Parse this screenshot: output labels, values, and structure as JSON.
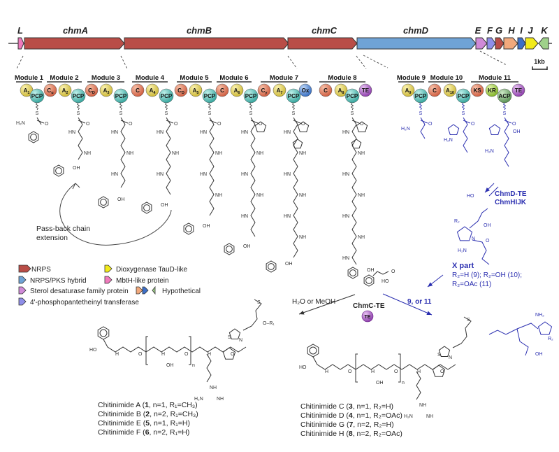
{
  "figure": {
    "type": "biosynthetic gene cluster and assembly-line diagram",
    "scale_bar_label": "1kb"
  },
  "genes": [
    {
      "name": "L",
      "type": "mbth",
      "color": "#f07bbd"
    },
    {
      "name": "chmA",
      "type": "nrps",
      "color": "#b94d47"
    },
    {
      "name": "chmB",
      "type": "nrps",
      "color": "#b94d47"
    },
    {
      "name": "chmC",
      "type": "nrps",
      "color": "#b94d47"
    },
    {
      "name": "chmD",
      "type": "hybrid",
      "color": "#6fa3d6"
    },
    {
      "name": "E",
      "type": "sterol",
      "color": "#d08ad8"
    },
    {
      "name": "F",
      "type": "ppt",
      "color": "#8f8ee8"
    },
    {
      "name": "G",
      "type": "nrps",
      "color": "#b94d47"
    },
    {
      "name": "H",
      "type": "hypothetical",
      "color": "#f2a97c"
    },
    {
      "name": "I",
      "type": "hypothetical",
      "color": "#3d6fc7"
    },
    {
      "name": "J",
      "type": "dioxygenase",
      "color": "#f2ea1a"
    },
    {
      "name": "K",
      "type": "hypothetical",
      "color": "#9fd18a"
    }
  ],
  "modules": [
    {
      "label": "Module 1",
      "domains": [
        {
          "name": "A",
          "sub": "1",
          "kind": "A"
        },
        {
          "name": "PCP",
          "kind": "PCP"
        }
      ]
    },
    {
      "label": "Module 2",
      "domains": [
        {
          "name": "C",
          "sub": "u",
          "kind": "C"
        },
        {
          "name": "A",
          "sub": "2",
          "kind": "A"
        },
        {
          "name": "PCP",
          "kind": "PCP"
        }
      ]
    },
    {
      "label": "Module 3",
      "domains": [
        {
          "name": "C",
          "sub": "D",
          "kind": "C"
        },
        {
          "name": "A",
          "sub": "3",
          "kind": "A"
        },
        {
          "name": "PCP",
          "kind": "PCP"
        }
      ]
    },
    {
      "label": "Module 4",
      "domains": [
        {
          "name": "C",
          "kind": "C"
        },
        {
          "name": "A",
          "sub": "4",
          "kind": "A"
        },
        {
          "name": "PCP",
          "kind": "PCP"
        }
      ]
    },
    {
      "label": "Module 5",
      "domains": [
        {
          "name": "C",
          "sub": "D",
          "kind": "C"
        },
        {
          "name": "A",
          "sub": "5",
          "kind": "A"
        },
        {
          "name": "PCP",
          "kind": "PCP"
        }
      ]
    },
    {
      "label": "Module 6",
      "domains": [
        {
          "name": "C",
          "kind": "C"
        },
        {
          "name": "A",
          "sub": "6",
          "kind": "A"
        },
        {
          "name": "PCP",
          "kind": "PCP"
        }
      ]
    },
    {
      "label": "Module 7",
      "domains": [
        {
          "name": "C",
          "sub": "y",
          "kind": "C"
        },
        {
          "name": "A",
          "sub": "7",
          "kind": "A"
        },
        {
          "name": "PCP",
          "kind": "PCP"
        },
        {
          "name": "Ox",
          "kind": "Ox"
        }
      ]
    },
    {
      "label": "Module 8",
      "domains": [
        {
          "name": "C",
          "kind": "C"
        },
        {
          "name": "A",
          "sub": "8",
          "kind": "A"
        },
        {
          "name": "PCP",
          "kind": "PCP"
        },
        {
          "name": "TE",
          "kind": "TE"
        }
      ]
    },
    {
      "label": "Module 9",
      "domains": [
        {
          "name": "A",
          "sub": "9",
          "kind": "A"
        },
        {
          "name": "PCP",
          "kind": "PCP"
        }
      ]
    },
    {
      "label": "Module 10",
      "domains": [
        {
          "name": "C",
          "kind": "C"
        },
        {
          "name": "A",
          "sub": "10",
          "kind": "A"
        },
        {
          "name": "PCP",
          "kind": "PCP"
        }
      ]
    },
    {
      "label": "Module 11",
      "domains": [
        {
          "name": "KS",
          "kind": "KS"
        },
        {
          "name": "KR",
          "kind": "KR"
        },
        {
          "name": "ACP",
          "kind": "ACP"
        },
        {
          "name": "TE",
          "kind": "TE"
        }
      ]
    }
  ],
  "domain_colors": {
    "A": "#e2d35a",
    "C": "#e0785a",
    "PCP": "#5fc4bc",
    "Ox": "#5a8fd6",
    "TE": "#b066c8",
    "KS": "#e0785a",
    "KR": "#a6d64a",
    "ACP": "#7fb07a"
  },
  "annotations": {
    "pass_back": "Pass-back chain extension",
    "pass_back_line1": "Pass-back chain",
    "pass_back_line2": "extension",
    "chmd_te": "ChmD-TE",
    "chmhijk": "ChmHIJK",
    "x_part": "X part",
    "x_part_r2_line1": "R₂=H (9); R₂=OH (10);",
    "x_part_r2_line2": "R₂=OAc (11)",
    "hydrolysis": "H₂O or MeOH",
    "chmc_te": "ChmC-TE",
    "te_badge": "TE",
    "nine_or_eleven": "9, or 11"
  },
  "legend": [
    {
      "label": "NRPS",
      "color": "#b94d47"
    },
    {
      "label": "Dioxygenase TauD-like",
      "color": "#f2ea1a"
    },
    {
      "label": "NRPS/PKS hybrid",
      "color": "#6fa3d6"
    },
    {
      "label": "MbtH-like protein",
      "color": "#f07bbd"
    },
    {
      "label": "Sterol desaturase family protein",
      "color": "#d08ad8"
    },
    {
      "label": "Hypothetical",
      "colors": [
        "#f2a97c",
        "#3d6fc7",
        "#9fd18a"
      ]
    },
    {
      "label": "4'-phosphopantetheinyl transferase",
      "color": "#8f8ee8"
    }
  ],
  "products_left": [
    {
      "name": "Chitinimide A",
      "num": "1",
      "n": "1",
      "R": "R₁=CH₃"
    },
    {
      "name": "Chitinimide B",
      "num": "2",
      "n": "2",
      "R": "R₁=CH₃"
    },
    {
      "name": "Chitinimide E",
      "num": "5",
      "n": "1",
      "R": "R₁=H"
    },
    {
      "name": "Chitinimide F",
      "num": "6",
      "n": "2",
      "R": "R₁=H"
    }
  ],
  "products_right": [
    {
      "name": "Chitinimide C",
      "num": "3",
      "n": "1",
      "R": "R₂=H"
    },
    {
      "name": "Chitinimide D",
      "num": "4",
      "n": "1",
      "R": "R₂=OAc"
    },
    {
      "name": "Chitinimide G",
      "num": "7",
      "n": "2",
      "R": "R₂=H"
    },
    {
      "name": "Chitinimide H",
      "num": "8",
      "n": "2",
      "R": "R₂=OAc"
    }
  ],
  "atom_labels": {
    "h2n": "H₂N",
    "nh": "NH",
    "hn": "HN",
    "oh": "OH",
    "ho": "HO",
    "o": "O",
    "s": "S",
    "n": "N",
    "nh2": "NH₂",
    "r1": "O–R₁",
    "r2": "R₂",
    "n_sub": "n"
  }
}
